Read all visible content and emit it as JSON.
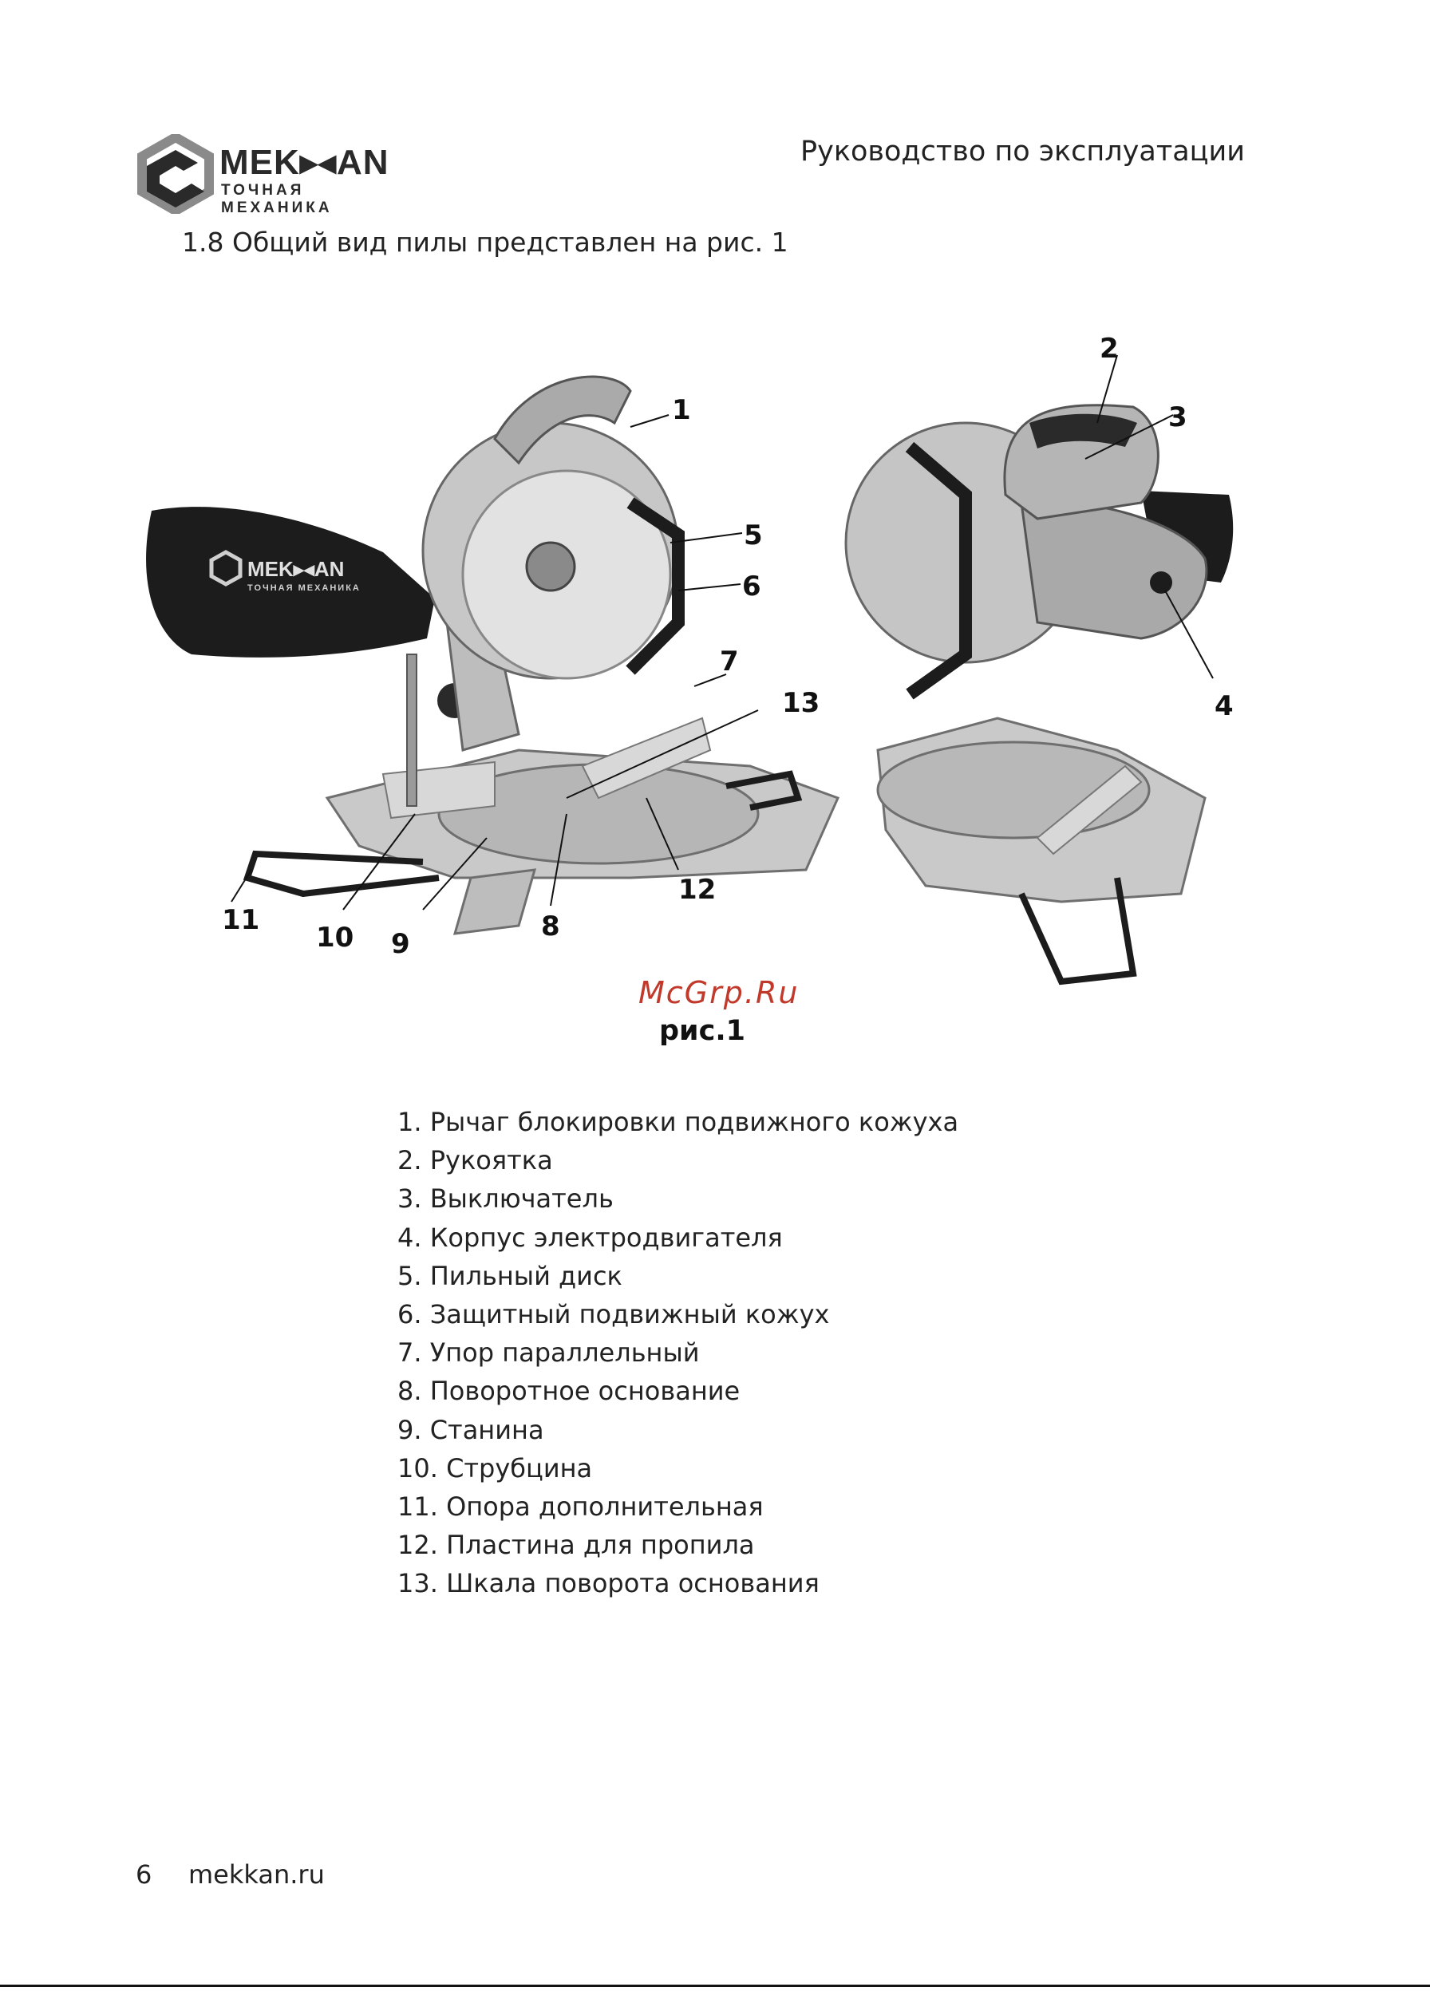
{
  "header": {
    "logo_word": "MEK▸◂AN",
    "logo_sub": "ТОЧНАЯ МЕХАНИКА",
    "title": "Руководство по эксплуатации"
  },
  "intro": "1.8 Общий вид пилы представлен на рис. 1",
  "figure": {
    "bag_logo_word": "MEK▸◂AN",
    "bag_logo_sub": "ТОЧНАЯ МЕХАНИКА",
    "callouts": [
      "1",
      "2",
      "3",
      "4",
      "5",
      "6",
      "7",
      "8",
      "9",
      "10",
      "11",
      "12",
      "13"
    ],
    "watermark": "McGrp.Ru",
    "caption": "рис.1"
  },
  "parts": [
    "1. Рычаг блокировки подвижного кожуха",
    "2. Рукоятка",
    "3. Выключатель",
    "4. Корпус электродвигателя",
    "5. Пильный диск",
    "6. Защитный подвижный кожух",
    "7. Упор параллельный",
    "8. Поворотное основание",
    "9. Станина",
    "10. Струбцина",
    "11. Опора дополнительная",
    "12. Пластина для пропила",
    "13. Шкала поворота основания"
  ],
  "footer": {
    "page_number": "6",
    "site": "mekkan.ru"
  },
  "colors": {
    "text": "#222222",
    "watermark": "#c0392b",
    "logo_gray": "#8a8a8a",
    "logo_dark": "#2a2a2a"
  }
}
